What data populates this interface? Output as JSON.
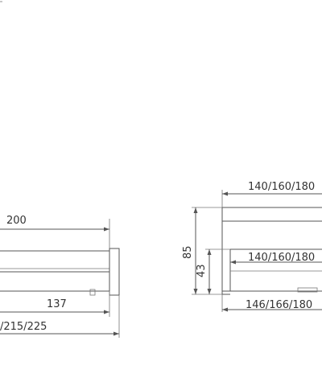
{
  "colors": {
    "ink": "#555555",
    "text": "#333333",
    "background": "#ffffff"
  },
  "side_view": {
    "length_label": "200",
    "inner_length_label": "137",
    "total_length_label": "/215/225"
  },
  "front_view": {
    "top_width_label": "140/160/180",
    "mid_width_label": "140/160/180",
    "bottom_width_label": "146/166/180",
    "total_height_label": "85",
    "seat_height_label": "43"
  }
}
